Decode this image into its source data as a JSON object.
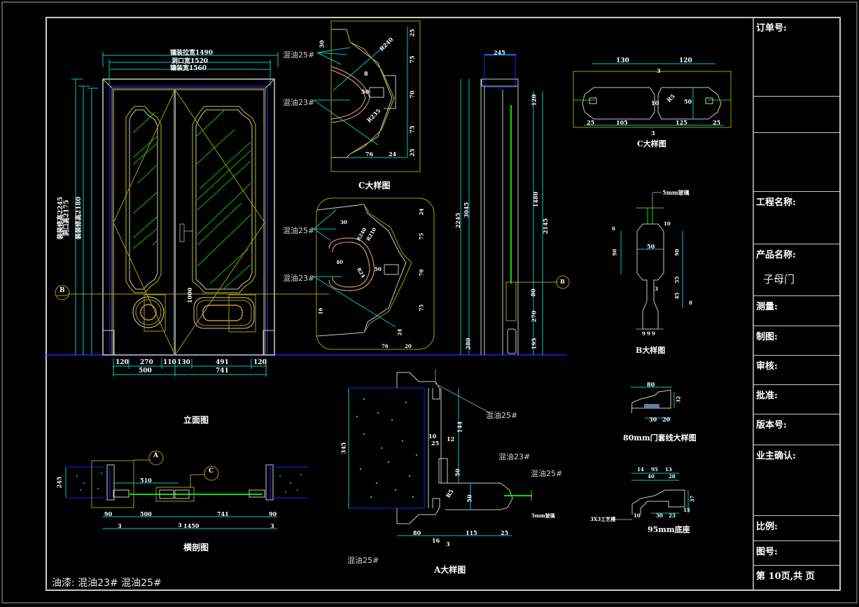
{
  "title_block": {
    "order_no": "订单号:",
    "project_name": "工程名称:",
    "product_name": "产品名称:",
    "product_value": "子母门",
    "measure": "测量:",
    "drawn": "制图:",
    "review": "审核:",
    "approve": "批准:",
    "version": "版本号:",
    "owner_confirm": "业主确认:",
    "scale": "比例:",
    "drawing_no": "图号:",
    "page": "第 10页,共  页"
  },
  "drawings": {
    "elevation": {
      "title": "立面图",
      "dims_top": [
        "镶装拉宽1490",
        "洞口宽1520",
        "镶装宽1560"
      ],
      "dims_left": [
        "装装修高2245",
        "洞口高2175",
        "装装修高2180"
      ],
      "dims_bottom_row1": [
        "120",
        "270",
        "110",
        "130",
        "491",
        "120"
      ],
      "dims_bottom_row2": [
        "500",
        "741"
      ],
      "handle_height": "1000",
      "section_marker": "B"
    },
    "detail_c_top": {
      "title": "C大样图",
      "labels": [
        "混油25#",
        "混油23#"
      ],
      "dims": [
        "R240",
        "8",
        "50",
        "R235",
        "25",
        "75",
        "70",
        "75",
        "25",
        "76",
        "24",
        "30"
      ]
    },
    "detail_c_mid": {
      "labels": [
        "混油25#",
        "混油23#"
      ],
      "dims": [
        "30",
        "R240",
        "R210",
        "40",
        "R24",
        "50",
        "75",
        "24",
        "70",
        "75",
        "24",
        "16",
        "76",
        "20"
      ]
    },
    "side_section": {
      "dims": [
        "245",
        "3045",
        "2245",
        "120",
        "1480",
        "2145",
        "80",
        "270",
        "195",
        "280"
      ],
      "section_marker": "B"
    },
    "detail_c_right": {
      "title": "C大样图",
      "dims_top": [
        "130",
        "120"
      ],
      "dims_bottom": [
        "25",
        "105",
        "125",
        "25"
      ],
      "dims_other": [
        "3",
        "10",
        "R5",
        "50",
        "3"
      ]
    },
    "detail_b": {
      "title": "B大样图",
      "note": "5mm玻璃",
      "dims": [
        "6",
        "10",
        "90",
        "50",
        "90",
        "55",
        "45",
        "8",
        "3",
        "9",
        "9",
        "9"
      ]
    },
    "trim_80": {
      "title": "80mm门套线大样图",
      "dims": [
        "80",
        "32",
        "30",
        "20"
      ]
    },
    "base_95": {
      "title": "95mm底座",
      "note": "3X3工艺槽",
      "dims": [
        "14",
        "95",
        "13",
        "40",
        "28",
        "37",
        "10",
        "30",
        "23",
        "15"
      ]
    },
    "plan": {
      "title": "横剖图",
      "markers": [
        "A",
        "C"
      ],
      "dims": [
        "245",
        "510",
        "90",
        "500",
        "741",
        "90",
        "3",
        "3",
        "1450",
        "3"
      ]
    },
    "detail_a": {
      "title": "A大样图",
      "labels": [
        "混油25#",
        "混油23#",
        "混油25#",
        "混油25#"
      ],
      "note": "5mm玻璃",
      "dims": [
        "345",
        "144",
        "10",
        "25",
        "12",
        "50",
        "R5",
        "50",
        "80",
        "16",
        "3",
        "115",
        "25"
      ]
    }
  },
  "footer": {
    "paint_note": "油漆: 混油23# 混油25#"
  },
  "colors": {
    "background": "#000000",
    "frame": "#c8c8c8",
    "dimension": "#00c8c8",
    "yellow": "#a0a000",
    "green": "#00e000",
    "blue": "#0000e0",
    "tan": "#c89060",
    "grey": "#b0b0b0"
  }
}
